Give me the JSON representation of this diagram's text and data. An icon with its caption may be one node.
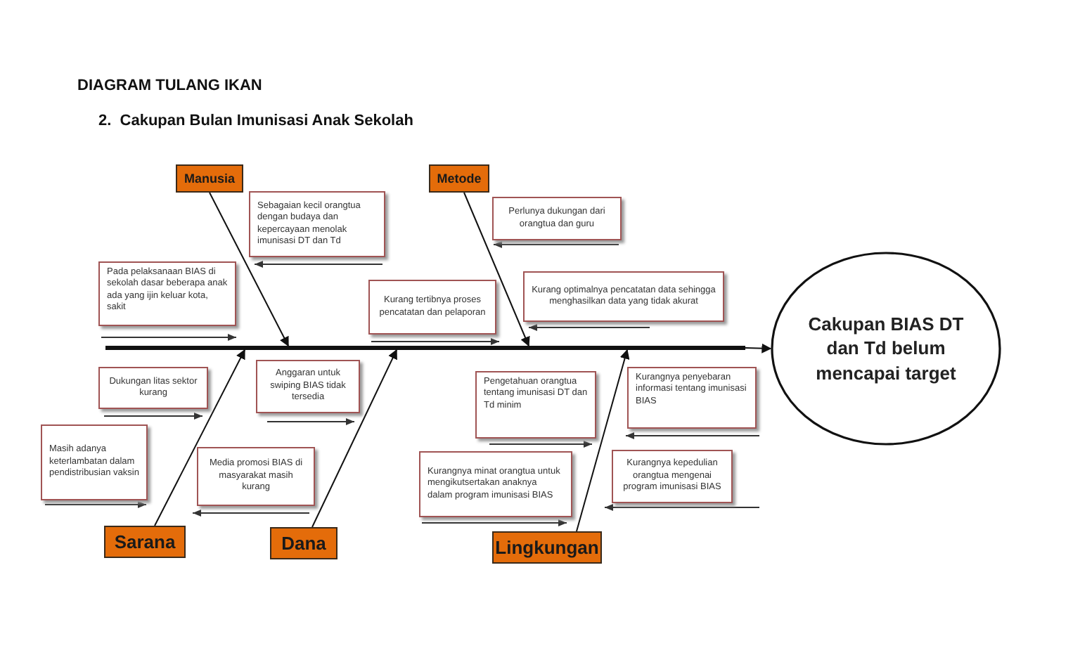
{
  "diagram": {
    "title": "DIAGRAM TULANG IKAN",
    "nodes": [
      {
        "text": [
          "Manusia"
        ]
      },
      {
        "text": [
          "Metode"
        ]
      },
      {
        "text": [
          "Sarana"
        ]
      },
      {
        "text": [
          "Dana"
        ]
      },
      {
        "text": [
          "Lingkungan"
        ]
      },
      {
        "text": [
          "Cakupan BIAS DT dan Td belum mencapai target"
        ]
      },
      {
        "text": [
          "Sebagaian kecil orangtua dengan budaya dan kepercayaan menolak imunisasi DT dan Td"
        ]
      },
      {
        "text": [
          "Pada pelaksanaan BIAS di sekolah dasar beberapa anak ada yang ijin keluar kota, sakit"
        ]
      },
      {
        "text": [
          "Perlunya dukungan dari orangtua dan guru"
        ]
      },
      {
        "text": [
          "Kurang tertibnya proses pencatatan dan pelaporan"
        ]
      },
      {
        "text": [
          "Kurang optimalnya pencatatan data sehingga menghasilkan data yang tidak akurat"
        ]
      },
      {
        "text": [
          "Dukungan litas sektor kurang"
        ]
      },
      {
        "text": [
          "Anggaran untuk swiping BIAS tidak tersedia"
        ]
      },
      {
        "text": [
          "Masih adanya keterlambatan dalam pendistribusian vaksin"
        ]
      },
      {
        "text": [
          "Media promosi BIAS di masyarakat masih kurang"
        ]
      },
      {
        "text": [
          "Pengetahuan orangtua tentang imunisasi DT dan Td minim"
        ]
      },
      {
        "text": [
          "Kurangnya penyebaran informasi tentang imunisasi BIAS"
        ]
      },
      {
        "text": [
          "Kurangnya minat orangtua untuk mengikutsertakan anaknya dalam program imunisasi BIAS"
        ]
      },
      {
        "text": [
          "Kurangnya kepedulian orangtua mengenai program imunisasi BIAS"
        ]
      },
      {
        "text": [],
        "shape": "bar"
      }
    ],
    "edges": [
      {
        "from": 19,
        "to": 5,
        "arrow": "to"
      },
      {
        "from": 0,
        "to": 19,
        "arrow": "to"
      },
      {
        "from": 1,
        "to": 19,
        "arrow": "to"
      },
      {
        "from": 2,
        "to": 19,
        "arrow": "to"
      },
      {
        "from": 3,
        "to": 19,
        "arrow": "to"
      },
      {
        "from": 4,
        "to": 19,
        "arrow": "to"
      }
    ],
    "labels": [
      "2.  Cakupan Bulan Imunisasi Anak Sekolah"
    ]
  }
}
